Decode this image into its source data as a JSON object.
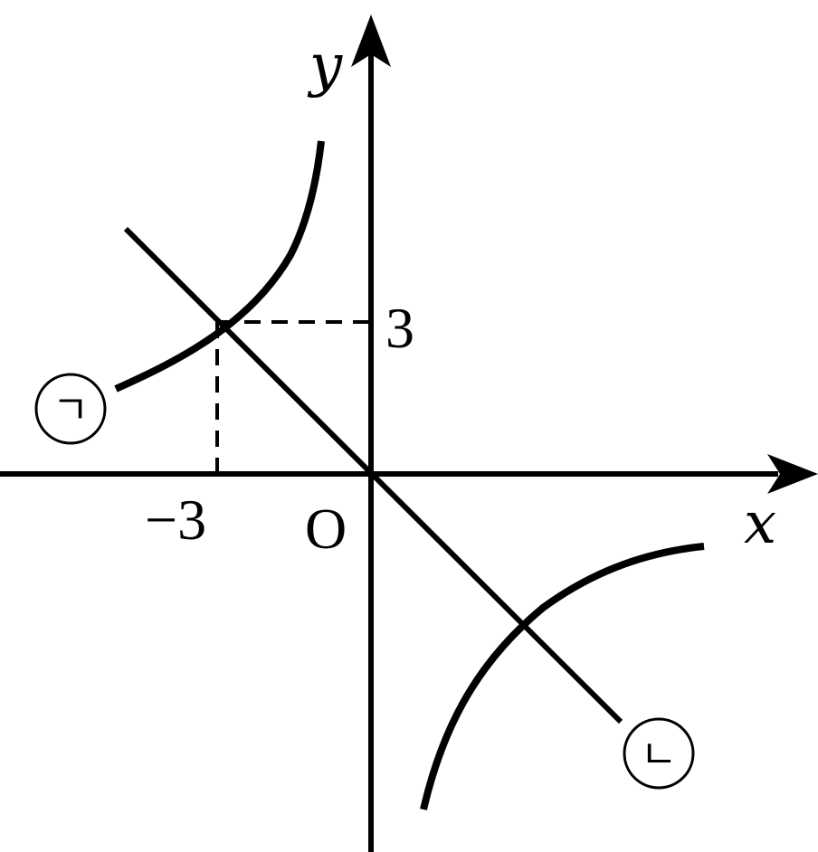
{
  "axes": {
    "x_label": "x",
    "y_label": "y",
    "origin_label": "O"
  },
  "ticks": {
    "x_tick": "−3",
    "y_tick": "3"
  },
  "curve_labels": {
    "first": "ㄱ",
    "second": "ㄴ"
  }
}
